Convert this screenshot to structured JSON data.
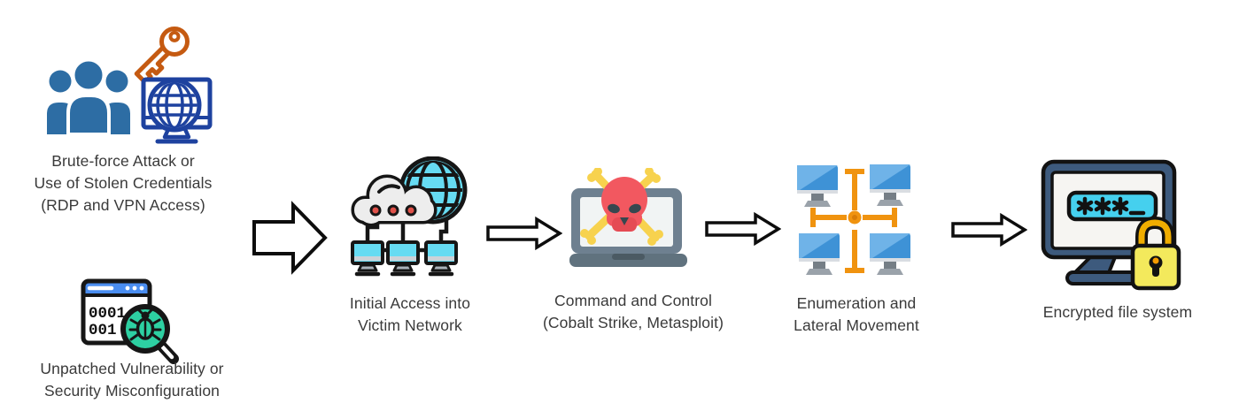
{
  "flow": {
    "entry_points": [
      {
        "icon": "credentials-cluster-icon",
        "label_lines": [
          "Brute-force Attack or",
          "Use of Stolen Credentials",
          "(RDP and VPN Access)"
        ]
      },
      {
        "icon": "vulnerability-scanner-icon",
        "label_lines": [
          "Unpatched Vulnerability or",
          "Security Misconfiguration"
        ]
      }
    ],
    "stages": [
      {
        "icon": "cloud-network-icon",
        "label_lines": [
          "Initial Access into",
          "Victim Network"
        ]
      },
      {
        "icon": "laptop-skull-icon",
        "label_lines": [
          "Command and Control",
          "(Cobalt Strike, Metasploit)"
        ]
      },
      {
        "icon": "lateral-movement-icon",
        "label_lines": [
          "Enumeration and",
          "Lateral Movement"
        ]
      },
      {
        "icon": "encrypted-filesystem-icon",
        "label_lines": [
          "Encrypted file system"
        ]
      }
    ]
  },
  "icon_text": {
    "browser_code_line1": "0001",
    "browser_code_line2": "001",
    "password_display": "***_"
  },
  "colors": {
    "people_blue": "#2d6da4",
    "key_orange": "#c55a11",
    "monitor_navy": "#1e429f",
    "browser_header_blue": "#4a8df0",
    "magnifier_green": "#2dd0a2",
    "globe_cyan": "#66dbf2",
    "cloud_gray": "#ededed",
    "cloud_dot_red": "#e0524a",
    "laptop_gray": "#6e8090",
    "skull_red": "#f25860",
    "bone_yellow": "#f7d24e",
    "workstation_blue": "#3e92d6",
    "hub_orange": "#f0930f",
    "encrypted_frame_blue": "#3d5a7d",
    "password_cyan": "#45d0ee",
    "lock_yellow": "#f3e95c",
    "shackle_orange": "#f0ad00",
    "text_color": "#3a3a3a",
    "outline_black": "#161616"
  }
}
